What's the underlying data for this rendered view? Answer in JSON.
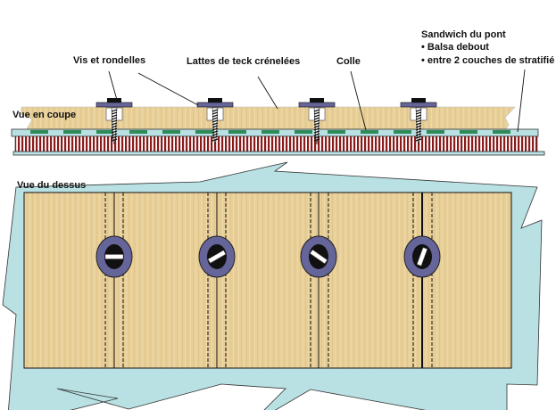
{
  "labels": {
    "screws": "Vis et rondelles",
    "teak": "Lattes de teck crénelées",
    "glue": "Colle",
    "sandwich_title": "Sandwich du pont",
    "sandwich_item1": "• Balsa debout",
    "sandwich_item2": "• entre 2 couches  de stratifié",
    "section_view": "Vue en coupe",
    "top_view": "Vue du dessus"
  },
  "colors": {
    "teak": "#e8cf98",
    "laminate": "#b9e0e2",
    "balsa_stripes": "#8b1a1a",
    "glue": "#2e8b57",
    "washer": "#65659a"
  },
  "screw_slot_angles": [
    0,
    -30,
    35,
    -70
  ]
}
